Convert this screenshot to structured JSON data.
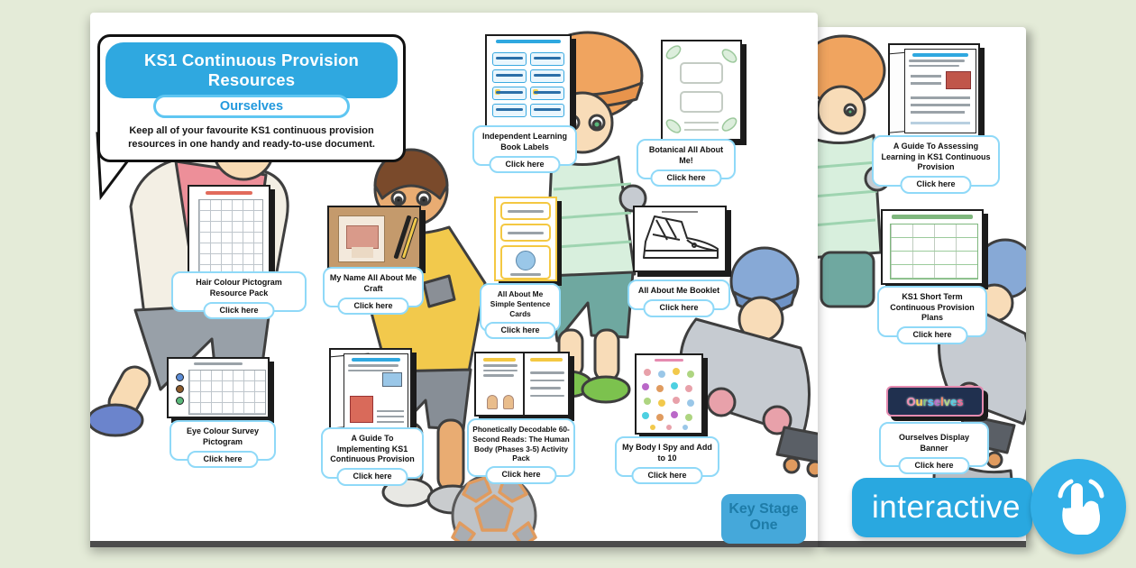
{
  "header": {
    "banner": "KS1 Continuous Provision Resources",
    "subtitle": "Ourselves",
    "description": "Keep all of your favourite KS1 continuous provision resources in one handy and ready-to-use document."
  },
  "cards": [
    {
      "id": "independent-learning-book-labels",
      "title": "Independent Learning Book Labels",
      "button": "Click here"
    },
    {
      "id": "botanical-all-about-me",
      "title": "Botanical All About Me!",
      "button": "Click here"
    },
    {
      "id": "hair-colour-pictogram",
      "title": "Hair Colour Pictogram Resource Pack",
      "button": "Click here"
    },
    {
      "id": "my-name-all-about-me-craft",
      "title": "My Name All About Me Craft",
      "button": "Click here"
    },
    {
      "id": "all-about-me-simple-sentence-cards",
      "title": "All About Me Simple Sentence Cards",
      "button": "Click here"
    },
    {
      "id": "all-about-me-booklet",
      "title": "All About Me Booklet",
      "button": "Click here"
    },
    {
      "id": "eye-colour-survey-pictogram",
      "title": "Eye Colour Survey Pictogram",
      "button": "Click here"
    },
    {
      "id": "guide-implementing-ks1-continuous-provision",
      "title": "A Guide To Implementing KS1 Continuous Provision",
      "button": "Click here"
    },
    {
      "id": "phonetically-decodable-60-second-reads",
      "title": "Phonetically Decodable 60-Second Reads: The Human Body (Phases 3-5) Activity Pack",
      "button": "Click here"
    },
    {
      "id": "my-body-i-spy-add-to-10",
      "title": "My Body I Spy and Add to 10",
      "button": "Click here"
    },
    {
      "id": "guide-assessing-learning-ks1-continuous-provision",
      "title": "A Guide To Assessing Learning in KS1 Continuous Provision",
      "button": "Click here"
    },
    {
      "id": "ks1-short-term-continuous-provision-plans",
      "title": "KS1 Short Term Continuous Provision Plans",
      "button": "Click here"
    },
    {
      "id": "ourselves-display-banner",
      "title": "Ourselves Display Banner",
      "button": "Click here"
    }
  ],
  "banner_thumb": {
    "word": "Ourselves",
    "letter_colors": [
      "#F48FB1",
      "#FFD54F",
      "#81C784",
      "#4FC3F7",
      "#BA68C8",
      "#FF8A65",
      "#AED581",
      "#4DD0E1",
      "#F06292"
    ]
  },
  "badges": {
    "interactive_label": "interactive",
    "logo_line1": "Key Stage",
    "logo_line2": "One"
  },
  "colors": {
    "background": "#E4EBD8",
    "accent_blue": "#29A8E0",
    "card_border_blue": "#8FD9F8"
  }
}
